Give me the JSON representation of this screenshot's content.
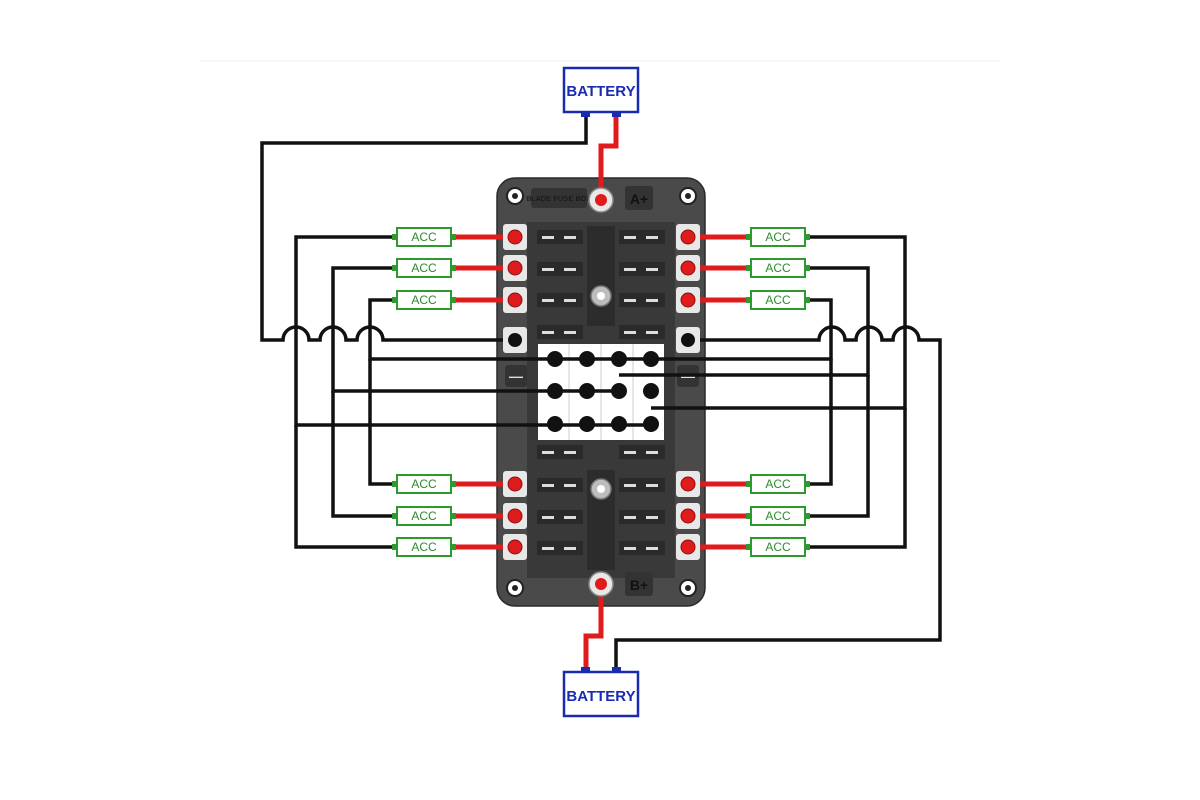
{
  "diagram": {
    "top_battery_label": "BATTERY",
    "bottom_battery_label": "BATTERY",
    "fuse_block": {
      "brand_label": "BLADE FUSE BOX",
      "terminal_a_label": "A+",
      "terminal_b_label": "B+",
      "negative_left_label": "—",
      "negative_right_label": "—"
    },
    "accessory_label": "ACC",
    "colors": {
      "positive_wire": "#e01b1b",
      "negative_wire": "#111111",
      "accessory": "#2e9a2e",
      "battery": "#1a2bb0",
      "fuse_block": "#4a4a4a"
    }
  }
}
